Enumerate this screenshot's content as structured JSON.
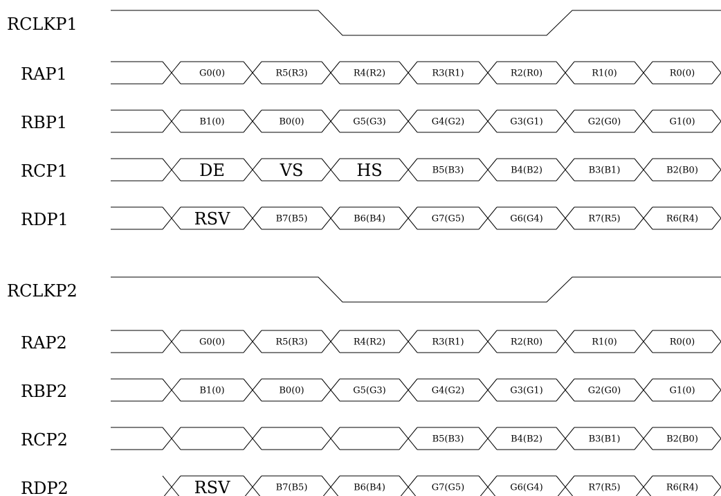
{
  "groups": [
    {
      "clock": {
        "name": "RCLKP1"
      },
      "signals": [
        {
          "name": "RAP1",
          "slots": [
            "G0(0)",
            "R5(R3)",
            "R4(R2)",
            "R3(R1)",
            "R2(R0)",
            "R1(0)",
            "R0(0)"
          ]
        },
        {
          "name": "RBP1",
          "slots": [
            "B1(0)",
            "B0(0)",
            "G5(G3)",
            "G4(G2)",
            "G3(G1)",
            "G2(G0)",
            "G1(0)"
          ]
        },
        {
          "name": "RCP1",
          "slots": [
            "DE",
            "VS",
            "HS",
            "B5(B3)",
            "B4(B2)",
            "B3(B1)",
            "B2(B0)"
          ]
        },
        {
          "name": "RDP1",
          "slots": [
            "RSV",
            "B7(B5)",
            "B6(B4)",
            "G7(G5)",
            "G6(G4)",
            "R7(R5)",
            "R6(R4)"
          ]
        }
      ]
    },
    {
      "clock": {
        "name": "RCLKP2"
      },
      "signals": [
        {
          "name": "RAP2",
          "slots": [
            "G0(0)",
            "R5(R3)",
            "R4(R2)",
            "R3(R1)",
            "R2(R0)",
            "R1(0)",
            "R0(0)"
          ]
        },
        {
          "name": "RBP2",
          "slots": [
            "B1(0)",
            "B0(0)",
            "G5(G3)",
            "G4(G2)",
            "G3(G1)",
            "G2(G0)",
            "G1(0)"
          ]
        },
        {
          "name": "RCP2",
          "slots": [
            "",
            "",
            "",
            "B5(B3)",
            "B4(B2)",
            "B3(B1)",
            "B2(B0)"
          ]
        },
        {
          "name": "RDP2",
          "slots": [
            "RSV",
            "B7(B5)",
            "B6(B4)",
            "G7(G5)",
            "G6(G4)",
            "R7(R5)",
            "R6(R4)"
          ]
        }
      ]
    }
  ]
}
